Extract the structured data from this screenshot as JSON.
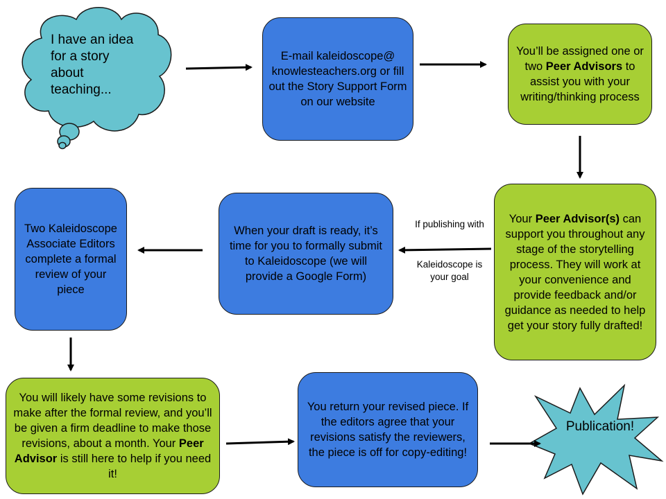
{
  "colors": {
    "blue": "#3d7ce0",
    "green": "#a7cf34",
    "cyan": "#67c3cf",
    "outline": "#1a1a1a"
  },
  "cloud": {
    "text": "I have an idea for a story about teaching..."
  },
  "steps": {
    "email": {
      "text": "E-mail kaleidoscope@ knowlesteachers.org or fill out the Story Support Form on our website"
    },
    "assign": {
      "pre": "You’ll be assigned one or two ",
      "bold": "Peer Advisors",
      "post": " to assist you with your writing/thinking process"
    },
    "support": {
      "pre": "Your ",
      "bold": "Peer Advisor(s)",
      "post": " can support you throughout any stage of the storytelling process. They will work at your convenience and provide feedback and/or guidance as needed to help get your story fully drafted!"
    },
    "submit": {
      "text": "When your draft is ready, it’s time for you to formally submit to Kaleidoscope (we will provide a Google Form)"
    },
    "review": {
      "text": "Two Kaleidoscope Associate Editors complete a formal review of your piece"
    },
    "revisions": {
      "pre": "You will likely have some revisions to make after the formal review, and you’ll be given a firm deadline to make those revisions, about a month. Your ",
      "bold": "Peer Advisor",
      "post": " is still here to help if you need it!"
    },
    "return": {
      "text": "You return your revised piece. If the editors agree that your revisions satisfy the reviewers, the piece is off for copy-editing!"
    }
  },
  "conditional_label": {
    "top": "If publishing with",
    "bottom": "Kaleidoscope is your goal"
  },
  "publication": {
    "text": "Publication!"
  }
}
